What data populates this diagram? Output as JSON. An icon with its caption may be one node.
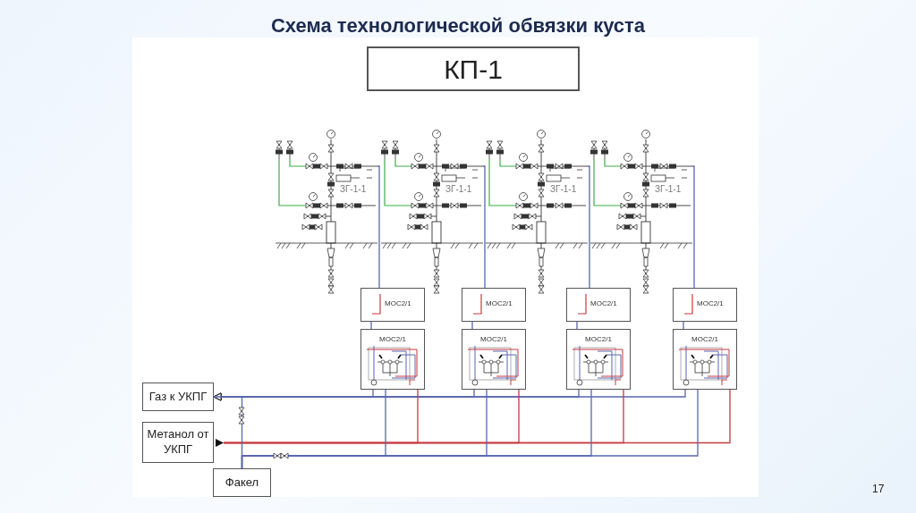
{
  "diagram": {
    "title": "Схема технологической обвязки куста",
    "nodes": [
      {
        "text": [
          "КП-1"
        ]
      },
      {
        "text": [
          "ЗГ-1-1"
        ]
      },
      {
        "text": [
          "ЗГ-1-1"
        ]
      },
      {
        "text": [
          "ЗГ-1-1"
        ]
      },
      {
        "text": [
          "ЗГ-1-1"
        ]
      },
      {
        "text": [
          "МОС2/1"
        ]
      },
      {
        "text": [
          "МОС2/1"
        ]
      },
      {
        "text": [
          "МОС2/1"
        ]
      },
      {
        "text": [
          "МОС2/1"
        ]
      },
      {
        "text": [
          "МОС2/1"
        ]
      },
      {
        "text": [
          "МОС2/1"
        ]
      },
      {
        "text": [
          "МОС2/1"
        ]
      },
      {
        "text": [
          "МОС2/1"
        ]
      },
      {
        "text": [
          "Газ к УКПГ"
        ]
      },
      {
        "text": [
          "Метанол от УКПГ"
        ]
      },
      {
        "text": [
          "Факел"
        ]
      },
      {
        "text": [],
        "shape": "triangle"
      }
    ],
    "edges": [
      {
        "from": 1,
        "to": 5,
        "arrow": "none"
      },
      {
        "from": 2,
        "to": 6,
        "arrow": "none"
      },
      {
        "from": 3,
        "to": 7,
        "arrow": "none"
      },
      {
        "from": 4,
        "to": 8,
        "arrow": "none"
      },
      {
        "from": 5,
        "to": 9,
        "arrow": "none"
      },
      {
        "from": 6,
        "to": 10,
        "arrow": "none"
      },
      {
        "from": 7,
        "to": 11,
        "arrow": "none"
      },
      {
        "from": 8,
        "to": 12,
        "arrow": "none"
      },
      {
        "from": 9,
        "to": 13,
        "arrow": "to"
      },
      {
        "from": 10,
        "to": 13,
        "arrow": "to"
      },
      {
        "from": 11,
        "to": 13,
        "arrow": "to"
      },
      {
        "from": 12,
        "to": 13,
        "arrow": "to"
      },
      {
        "from": 16,
        "to": 9,
        "arrow": "none",
        "color": "#c8393f"
      },
      {
        "from": 16,
        "to": 10,
        "arrow": "none",
        "color": "#c8393f"
      },
      {
        "from": 16,
        "to": 11,
        "arrow": "none",
        "color": "#c8393f"
      },
      {
        "from": 16,
        "to": 12,
        "arrow": "none",
        "color": "#c8393f"
      },
      {
        "from": 9,
        "to": 15,
        "arrow": "none"
      },
      {
        "from": 10,
        "to": 15,
        "arrow": "none"
      },
      {
        "from": 11,
        "to": 15,
        "arrow": "none"
      },
      {
        "from": 12,
        "to": 15,
        "arrow": "none"
      },
      {
        "from": 13,
        "to": 15,
        "arrow": "none"
      }
    ],
    "labels": [
      "17"
    ]
  }
}
